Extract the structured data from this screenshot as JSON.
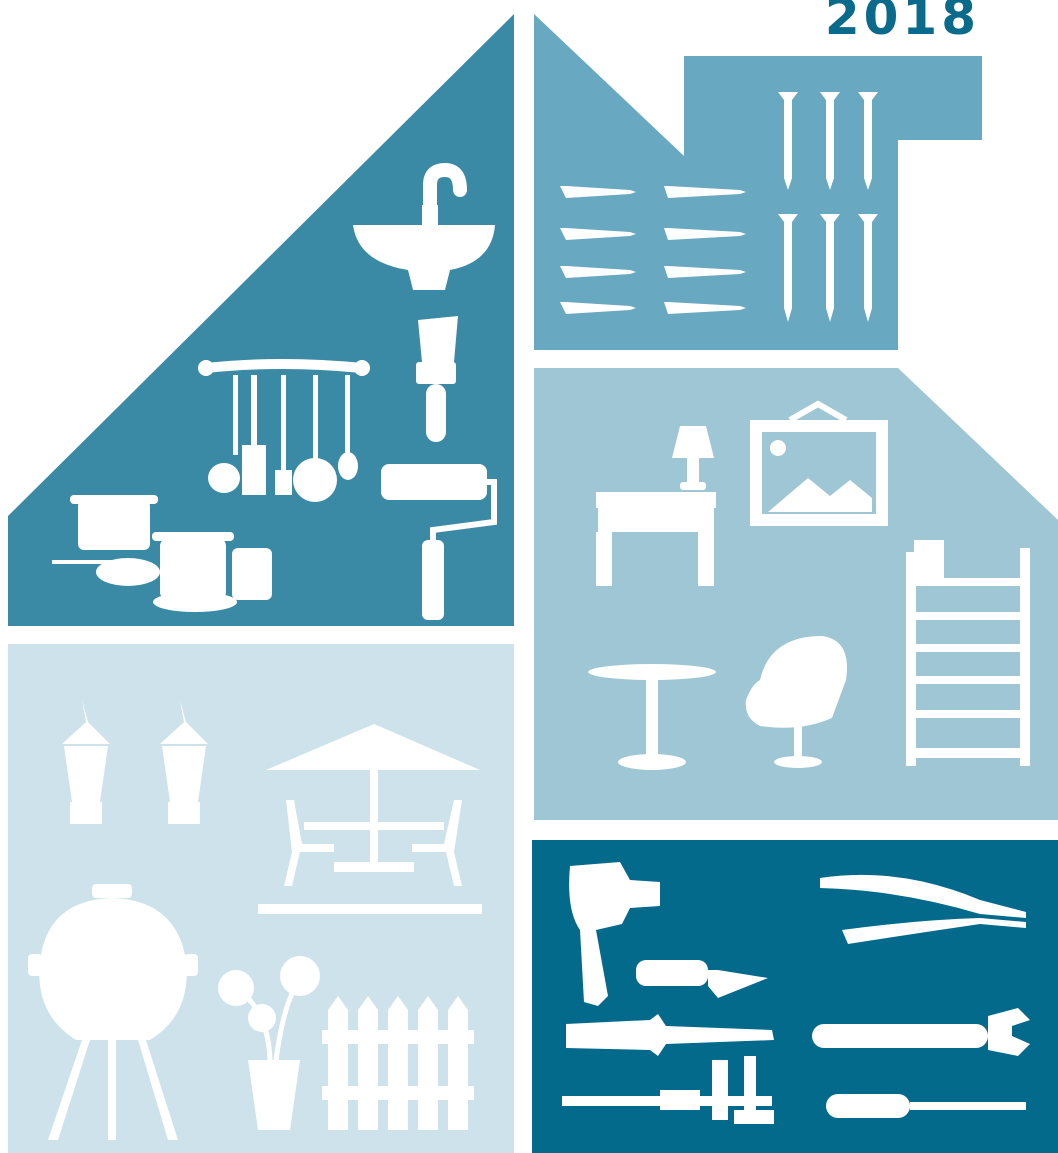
{
  "header": {
    "year": "2018"
  },
  "colors": {
    "year_text": "#0a6a8c",
    "kitchen_panel": "#3a8aa6",
    "hardware_panel": "#68a8c0",
    "furniture_panel": "#9fc6d4",
    "garden_panel": "#cde2ea",
    "tools_panel": "#046a8c",
    "icon": "#ffffff"
  },
  "sections": [
    {
      "key": "kitchen",
      "icons": [
        "sink-icon",
        "paint-brush-icon",
        "utensil-rack-icon",
        "paint-roller-icon",
        "cookware-icon"
      ]
    },
    {
      "key": "hardware",
      "icons": [
        "screw-icon",
        "nail-icon"
      ]
    },
    {
      "key": "furniture",
      "icons": [
        "table-lamp-icon",
        "picture-frame-icon",
        "nightstand-icon",
        "bookshelf-icon",
        "round-table-icon",
        "chair-icon"
      ]
    },
    {
      "key": "garden",
      "icons": [
        "lantern-icon",
        "patio-umbrella-set-icon",
        "grill-icon",
        "potted-plant-icon",
        "fence-icon"
      ]
    },
    {
      "key": "tools",
      "icons": [
        "drill-icon",
        "pliers-icon",
        "trowel-icon",
        "chisel-icon",
        "wrench-icon",
        "caliper-icon",
        "screwdriver-icon"
      ]
    }
  ]
}
